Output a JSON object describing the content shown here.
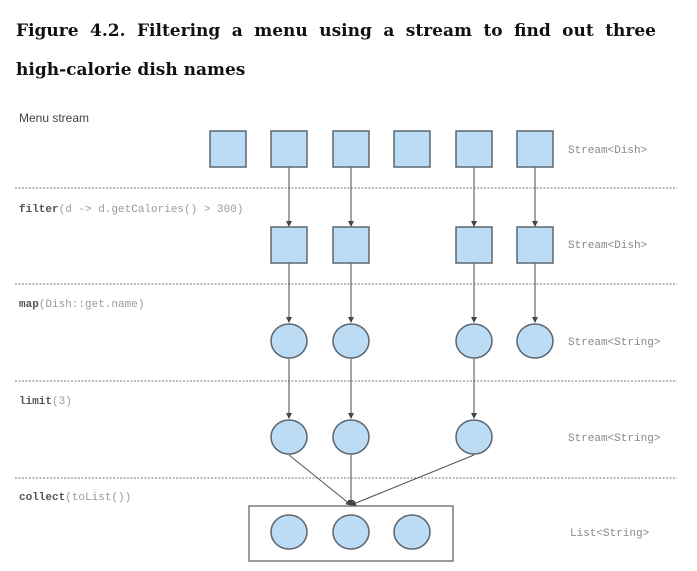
{
  "caption": {
    "line1": "Figure 4.2. Filtering a menu using a stream to find out three",
    "line2": "high-calorie dish names"
  },
  "colors": {
    "node_fill": "#bcdcf5",
    "node_stroke": "#5b6670",
    "edge": "#555555"
  },
  "diagram": {
    "element_count": 6,
    "stages": [
      {
        "id": "source",
        "label_plain": "Menu stream",
        "op": "",
        "args": "",
        "type": "Stream<Dish>",
        "shape": "square",
        "elements": [
          0,
          1,
          2,
          3,
          4,
          5
        ]
      },
      {
        "id": "filter",
        "label_plain": "",
        "op": "filter",
        "args": "(d -> d.getCalories() > 300)",
        "type": "Stream<Dish>",
        "shape": "square",
        "elements": [
          1,
          2,
          4,
          5
        ]
      },
      {
        "id": "map",
        "label_plain": "",
        "op": "map",
        "args": "(Dish::get.name)",
        "type": "Stream<String>",
        "shape": "circle",
        "elements": [
          1,
          2,
          4,
          5
        ]
      },
      {
        "id": "limit",
        "label_plain": "",
        "op": "limit",
        "args": "(3)",
        "type": "Stream<String>",
        "shape": "circle",
        "elements": [
          1,
          2,
          4
        ]
      },
      {
        "id": "collect",
        "label_plain": "",
        "op": "collect",
        "args": "(toList())",
        "type": "List<String>",
        "shape": "circle-in-box",
        "elements": [
          1,
          2,
          3
        ]
      }
    ]
  }
}
